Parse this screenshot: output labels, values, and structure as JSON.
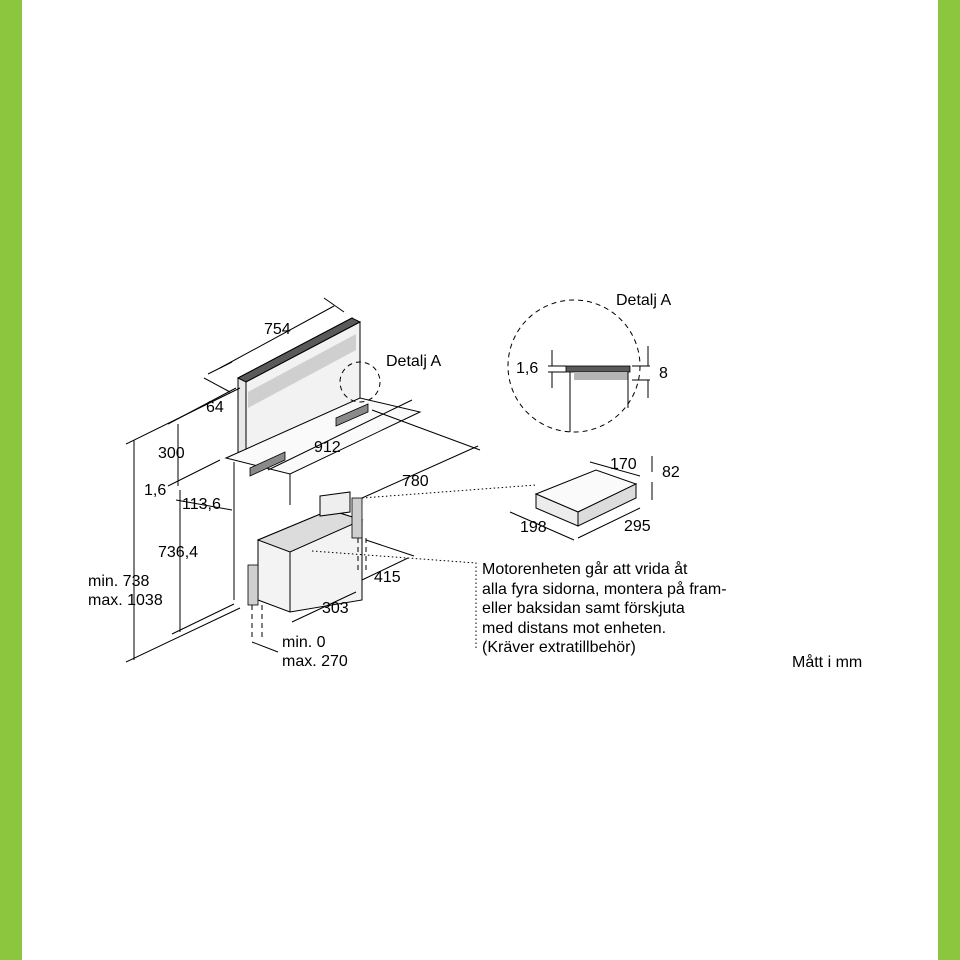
{
  "colors": {
    "frame": "#8cc63f",
    "line": "#000000",
    "panel_gray": "#d9d9d9",
    "dark_gray": "#7a7a7a"
  },
  "dims": {
    "width_754": "754",
    "depth_64": "64",
    "height_300": "300",
    "thickness_1_6": "1,6",
    "offset_113_6": "113,6",
    "height_736_4": "736,4",
    "min_738": "min. 738",
    "max_1038": "max. 1038",
    "width_912": "912",
    "depth_780": "780",
    "depth_415": "415",
    "depth_303": "303",
    "min_0": "min. 0",
    "max_270": "max. 270"
  },
  "detail_label": "Detalj A",
  "detail": {
    "title": "Detalj A",
    "left_dim": "1,6",
    "right_dim": "8"
  },
  "motor": {
    "dim_170": "170",
    "dim_82": "82",
    "dim_198": "198",
    "dim_295": "295"
  },
  "note_lines": [
    "Motorenheten går att vrida åt",
    "alla fyra sidorna, montera på fram-",
    "eller baksidan samt förskjuta",
    "med distans mot enheten.",
    "(Kräver extratillbehör)"
  ],
  "unit_label": "Mått i mm"
}
